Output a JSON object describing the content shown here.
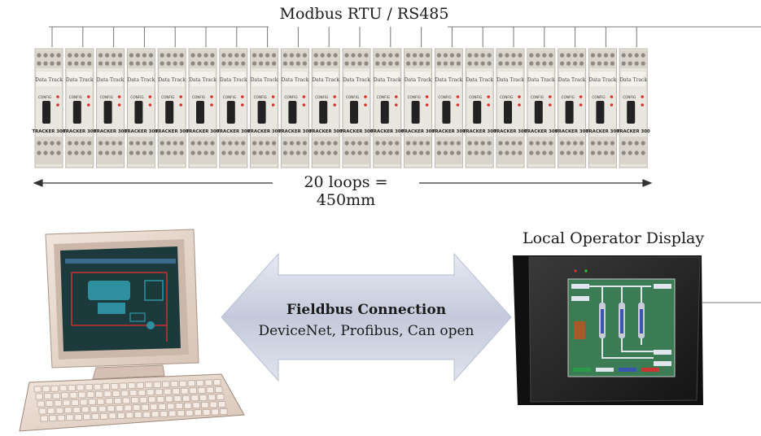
{
  "bus": {
    "label": "Modbus RTU / RS485"
  },
  "rail": {
    "module_count": 20,
    "module_label": "TRACKER 300",
    "brand": "Data Track",
    "config_label": "CONFIG",
    "dimension_label": "20 loops = 450mm"
  },
  "fieldbus": {
    "title": "Fieldbus Connection",
    "protocols": "DeviceNet, Profibus, Can open"
  },
  "operator_display": {
    "label": "Local Operator Display"
  },
  "colors": {
    "module_body": "#e9e6df",
    "led": "#d9302a",
    "arrow": "#c9cfe0",
    "pc_beige": "#e8d9cf",
    "screen_bg": "#1c3a3c",
    "hmi_frame": "#262626",
    "hmi_screen": "#3c7c55"
  }
}
